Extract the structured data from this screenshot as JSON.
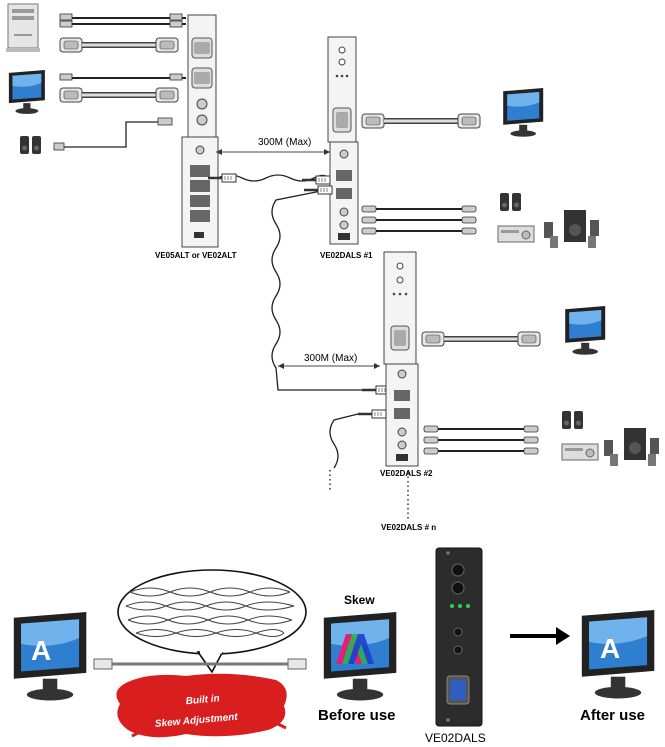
{
  "labels": {
    "sender_unit": "VE05ALT or VE02ALT",
    "receiver_1": "VE02DALS #1",
    "receiver_2": "VE02DALS #2",
    "receiver_n": "VE02DALS # n",
    "distance_1": "300M (Max)",
    "distance_2": "300M (Max)",
    "skew_title": "Skew",
    "before_use": "Before use",
    "after_use": "After use",
    "product_name": "VE02DALS",
    "banner_line_1": "Built in",
    "banner_line_2": "Skew Adjustment",
    "screen_letter": "A"
  },
  "colors": {
    "screen_blue": "#2f7fd0",
    "banner_red": "#d81e1e",
    "device_dark": "#2c2c2c",
    "led_green": "#2fd04a"
  },
  "icons": [
    "pc-tower-icon",
    "monitor-icon",
    "speaker-icon",
    "amplifier-icon",
    "vga-cable-icon",
    "rca-cable-icon",
    "rj45-plug-icon",
    "arrow-right-icon"
  ]
}
